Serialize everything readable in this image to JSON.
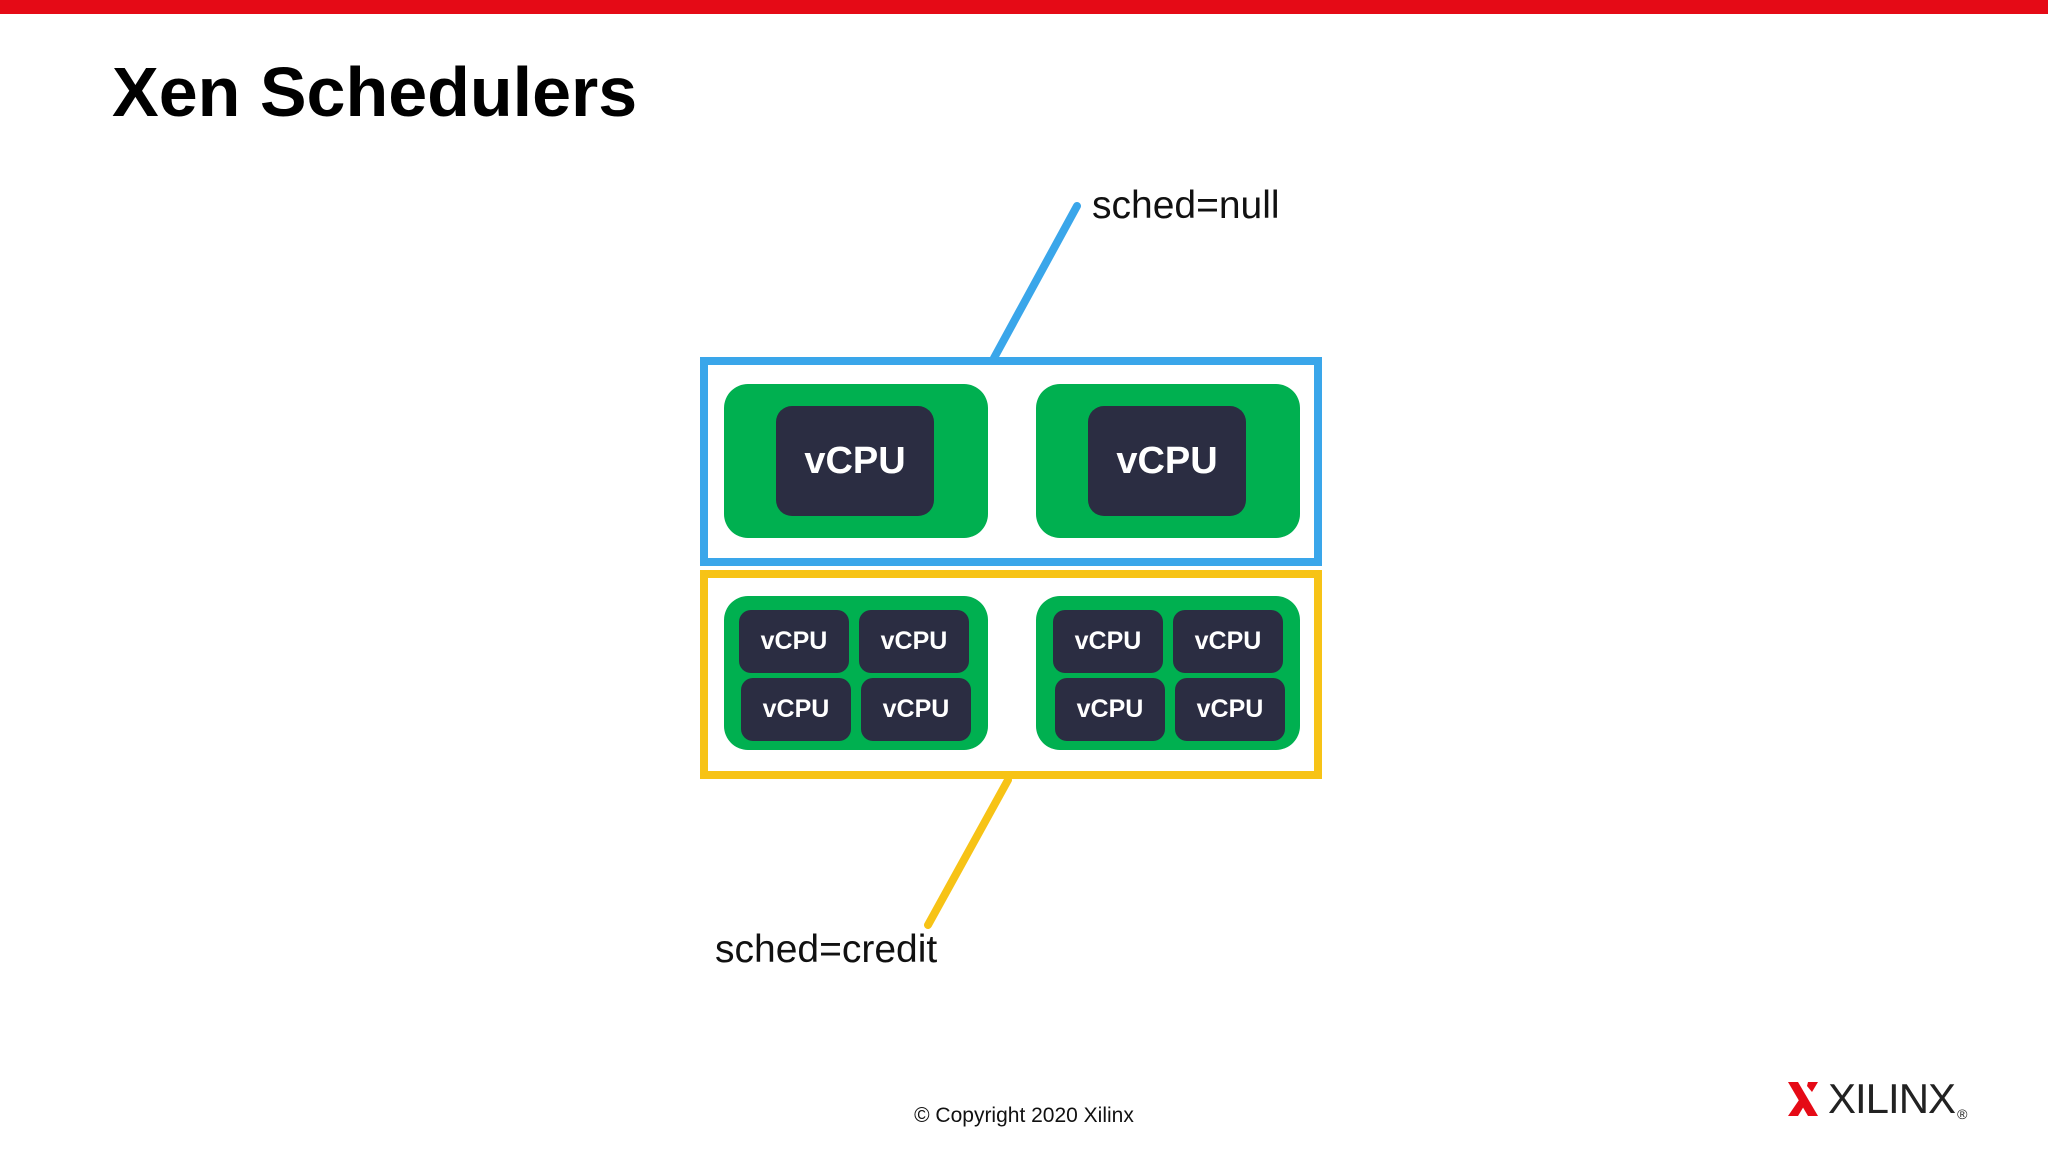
{
  "slide": {
    "title": "Xen Schedulers"
  },
  "null_group": {
    "label": "sched=null",
    "vcpu_labels": [
      "vCPU",
      "vCPU"
    ]
  },
  "credit_group": {
    "label": "sched=credit",
    "host1_vcpus": [
      "vCPU",
      "vCPU",
      "vCPU",
      "vCPU"
    ],
    "host2_vcpus": [
      "vCPU",
      "vCPU",
      "vCPU",
      "vCPU"
    ]
  },
  "footer": {
    "copyright": "© Copyright  2020  Xilinx",
    "logo_text": "XILINX",
    "logo_tm": "®"
  },
  "colors": {
    "brand_red": "#e50a16",
    "null_blue": "#3aa6ea",
    "credit_yellow": "#f7c316",
    "host_green": "#00b050",
    "vcpu_dark": "#2b2d42"
  }
}
